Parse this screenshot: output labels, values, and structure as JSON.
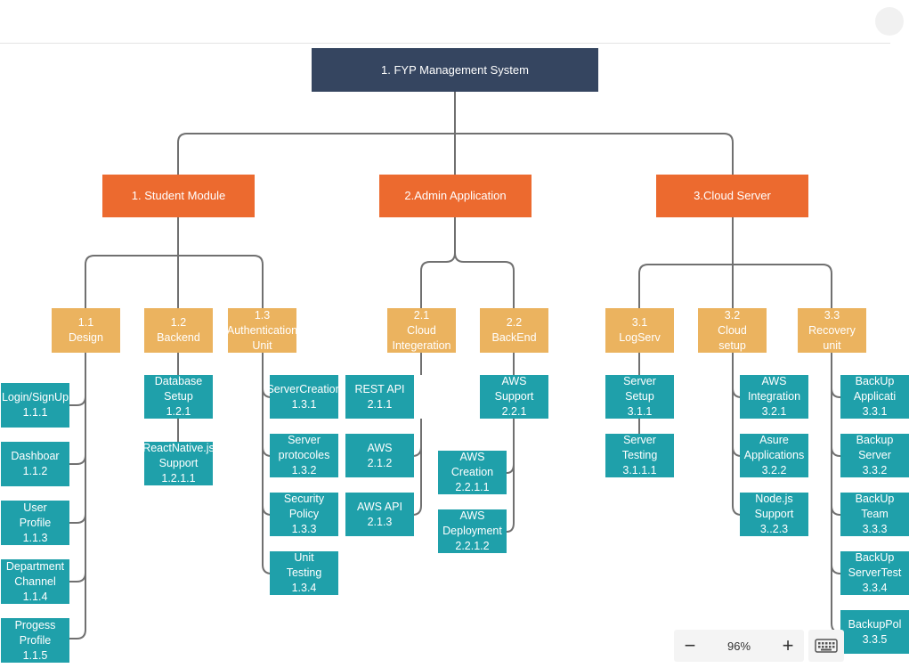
{
  "colors": {
    "root": "#354560",
    "level1": "#ec6a2f",
    "level2": "#ebb35f",
    "level3": "#1fa0aa",
    "connector": "#707070"
  },
  "toolbar": {
    "zoom_out_icon": "minus-icon",
    "zoom_level": "96%",
    "zoom_in_icon": "plus-icon",
    "keyboard_icon": "keyboard-icon"
  },
  "diagram": {
    "root": {
      "id": "n1",
      "label": "1. FYP Management System"
    },
    "nodes": [
      {
        "id": "n1_1",
        "label": "1. Student Module"
      },
      {
        "id": "n2_1",
        "label": "2.Admin Application"
      },
      {
        "id": "n3_1",
        "label": "3.Cloud Server"
      },
      {
        "id": "d11",
        "label": "1.1\nDesign"
      },
      {
        "id": "d12",
        "label": "1.2\nBackend"
      },
      {
        "id": "d13",
        "label": "1.3\nAuthentication\nUnit"
      },
      {
        "id": "d21",
        "label": "2.1\nCloud\nIntegeration"
      },
      {
        "id": "d22",
        "label": "2.2\nBackEnd"
      },
      {
        "id": "d31",
        "label": "3.1\nLogServ"
      },
      {
        "id": "d32",
        "label": "3.2\nCloud\nsetup"
      },
      {
        "id": "d33",
        "label": "3.3\nRecovery\nunit"
      },
      {
        "id": "t111",
        "label": "Login/SignUp\n1.1.1"
      },
      {
        "id": "t112",
        "label": "Dashboar\n1.1.2"
      },
      {
        "id": "t113",
        "label": "User\nProfile\n1.1.3"
      },
      {
        "id": "t114",
        "label": "Department\nChannel\n1.1.4"
      },
      {
        "id": "t115",
        "label": "Progess\nProfile\n1.1.5"
      },
      {
        "id": "t121",
        "label": "Database\nSetup\n1.2.1"
      },
      {
        "id": "t1211",
        "label": "ReactNative.js\nSupport\n1.2.1.1"
      },
      {
        "id": "t131",
        "label": "ServerCreation\n1.3.1"
      },
      {
        "id": "t132",
        "label": "Server\nprotocoles\n1.3.2"
      },
      {
        "id": "t133",
        "label": "Security\nPolicy\n1.3.3"
      },
      {
        "id": "t134",
        "label": "Unit\nTesting\n1.3.4"
      },
      {
        "id": "t211",
        "label": "REST API\n2.1.1"
      },
      {
        "id": "t212",
        "label": "AWS\n2.1.2"
      },
      {
        "id": "t213",
        "label": "AWS API\n2.1.3"
      },
      {
        "id": "t221",
        "label": "AWS\nSupport\n2.2.1"
      },
      {
        "id": "t2211",
        "label": "AWS\nCreation\n2.2.1.1"
      },
      {
        "id": "t2212",
        "label": "AWS\nDeployment\n2.2.1.2"
      },
      {
        "id": "t311",
        "label": "Server\nSetup\n3.1.1"
      },
      {
        "id": "t3111",
        "label": "Server\nTesting\n3.1.1.1"
      },
      {
        "id": "t321",
        "label": "AWS\nIntegration\n3.2.1"
      },
      {
        "id": "t322",
        "label": "Asure\nApplications\n3.2.2"
      },
      {
        "id": "t323",
        "label": "Node.js\nSupport\n3..2.3"
      },
      {
        "id": "t331",
        "label": "BackUp\nApplicati\n3.3.1"
      },
      {
        "id": "t332",
        "label": "Backup\nServer\n3.3.2"
      },
      {
        "id": "t333",
        "label": "BackUp\nTeam\n3.3.3"
      },
      {
        "id": "t334",
        "label": "BackUp\nServerTest\n3.3.4"
      },
      {
        "id": "t335",
        "label": "BackupPol\n3.3.5"
      }
    ],
    "edges": [
      [
        "n1",
        "n1_1"
      ],
      [
        "n1",
        "n2_1"
      ],
      [
        "n1",
        "n3_1"
      ],
      [
        "n1_1",
        "d11"
      ],
      [
        "n1_1",
        "d12"
      ],
      [
        "n1_1",
        "d13"
      ],
      [
        "n2_1",
        "d21"
      ],
      [
        "n2_1",
        "d22"
      ],
      [
        "n3_1",
        "d31"
      ],
      [
        "n3_1",
        "d32"
      ],
      [
        "n3_1",
        "d33"
      ],
      [
        "d11",
        "t111"
      ],
      [
        "d11",
        "t112"
      ],
      [
        "d11",
        "t113"
      ],
      [
        "d11",
        "t114"
      ],
      [
        "d11",
        "t115"
      ],
      [
        "d12",
        "t121"
      ],
      [
        "t121",
        "t1211"
      ],
      [
        "d13",
        "t131"
      ],
      [
        "d13",
        "t132"
      ],
      [
        "d13",
        "t133"
      ],
      [
        "d13",
        "t134"
      ],
      [
        "d21",
        "t211"
      ],
      [
        "d21",
        "t212"
      ],
      [
        "d21",
        "t213"
      ],
      [
        "d22",
        "t221"
      ],
      [
        "t221",
        "t2211"
      ],
      [
        "t221",
        "t2212"
      ],
      [
        "d31",
        "t311"
      ],
      [
        "t311",
        "t3111"
      ],
      [
        "d32",
        "t321"
      ],
      [
        "d32",
        "t322"
      ],
      [
        "d32",
        "t323"
      ],
      [
        "d33",
        "t331"
      ],
      [
        "d33",
        "t332"
      ],
      [
        "d33",
        "t333"
      ],
      [
        "d33",
        "t334"
      ],
      [
        "d33",
        "t335"
      ]
    ]
  }
}
